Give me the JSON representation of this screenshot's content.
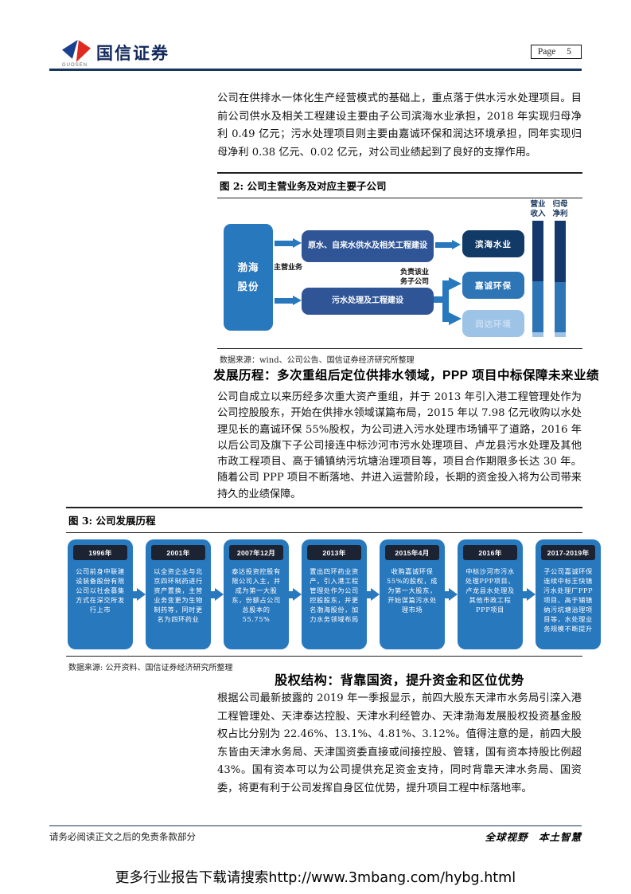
{
  "header": {
    "brand_name": "国信证券",
    "brand_sub": "GUOSEN",
    "page_label": "Page",
    "page_number": "5"
  },
  "para1": "公司在供排水一体化生产经营模式的基础上，重点落于供水污水处理项目。目前公司供水及相关工程建设主要由子公司滨海水业承担，2018 年实现归母净利 0.49 亿元；污水处理项目则主要由嘉诚环保和润达环境承担，同年实现归母净利 0.38 亿元、0.02 亿元，对公司业绩起到了良好的支撑作用。",
  "figure2": {
    "title": "图 2: 公司主营业务及对应主要子公司",
    "source": "数据来源：wind、公司公告、国信证券经济研究所整理",
    "parent": "渤海股份",
    "label_main": "主营业务",
    "label_sub": "负责该业务子公司",
    "businesses": [
      "原水、自来水供水及相关工程建设",
      "污水处理及工程建设"
    ],
    "subsidiaries": [
      {
        "name": "滨海水业",
        "color": "#123a66",
        "text_color": "#ffffff"
      },
      {
        "name": "嘉诚环保",
        "color": "#2e75b6",
        "text_color": "#ffffff"
      },
      {
        "name": "润达环境",
        "color": "#9dc3e6",
        "text_color": "#c9def2"
      }
    ],
    "chart": {
      "type": "bar",
      "stacked": true,
      "categories": [
        "营业收入",
        "归母净利"
      ],
      "series": [
        {
          "name": "滨海水业",
          "color": "#14386b",
          "values": [
            52,
            53
          ]
        },
        {
          "name": "嘉诚环保",
          "color": "#2e75b6",
          "values": [
            44,
            43
          ]
        },
        {
          "name": "润达环境",
          "color": "#9dc3e6",
          "values": [
            4,
            4
          ]
        }
      ],
      "related_values_note": "归母净利 滨海水业0.49亿元 嘉诚环保0.38亿元 润达环境0.02亿元"
    }
  },
  "heading1": "发展历程：多次重组后定位供排水领域，PPP 项目中标保障未来业绩",
  "para2": "公司自成立以来历经多次重大资产重组，并于 2013 年引入港工程管理处作为公司控股股东，开始在供排水领域谋篇布局，2015 年以 7.98 亿元收购以水处理见长的嘉诚环保 55%股权，为公司进入污水处理市场铺平了道路，2016 年以后公司及旗下子公司接连中标沙河市污水处理项目、卢龙县污水处理及其他市政工程项目、高于铺镇纳污坑塘治理项目等，项目合作期限多长达 30 年。随着公司 PPP 项目不断落地、并进入运营阶段，长期的资金投入将为公司带来持久的业绩保障。",
  "figure3": {
    "title": "图 3: 公司发展历程",
    "source": "数据来源: 公开资料、国信证券经济研究所整理",
    "items": [
      {
        "year": "1996年",
        "text": "公司前身中联建设装备股份有限公司以社会募集方式在深交所发行上市"
      },
      {
        "year": "2001年",
        "text": "以全资企业与北京四环制药进行资产置换，主营业务变更为生物制药等，同时更名为四环药业"
      },
      {
        "year": "2007年12月",
        "text": "泰达投资控股有限公司入主，并成为第一大股东，份额占公司总股本的55.75%"
      },
      {
        "year": "2013年",
        "text": "置出四环药业资产，引入港工程管理处作为公司控股股东，并更名渤海股份，加力水务领域布局"
      },
      {
        "year": "2015年4月",
        "text": "收购嘉诚环保55%的股权，成为第一大股东，开始谋篇污水处理市场"
      },
      {
        "year": "2016年",
        "text": "中标沙河市污水处理PPP项目、卢龙县水处理及其他市政工程PPP项目"
      },
      {
        "year": "2017-2019年",
        "text": "子公司嘉诚环保连续中标王快镇污水处理厂PPP项目、高于铺镇纳污坑塘治理项目等，水处理业务规模不断提升"
      }
    ]
  },
  "heading2": "股权结构：背靠国资，提升资金和区位优势",
  "para3": "根据公司最新披露的 2019 年一季报显示，前四大股东天津市水务局引滦入港工程管理处、天津泰达控股、天津水利经管办、天津渤海发展股权投资基金股权占比分别为 22.46%、13.1%、4.81%、3.12%。值得注意的是，前四大股东皆由天津水务局、天津国资委直接或间接控股、管辖，国有资本持股比例超 43%。国有资本可以为公司提供充足资金支持，同时背靠天津水务局、国资委，将更有利于公司发挥自身区位优势，提升项目工程中标落地率。",
  "footer": {
    "left": "请务必阅读正文之后的免责条款部分",
    "right": "全球视野　本土智慧"
  },
  "watermark": "更多行业报告下载请搜索http://www.3mbang.com/hybg.html"
}
